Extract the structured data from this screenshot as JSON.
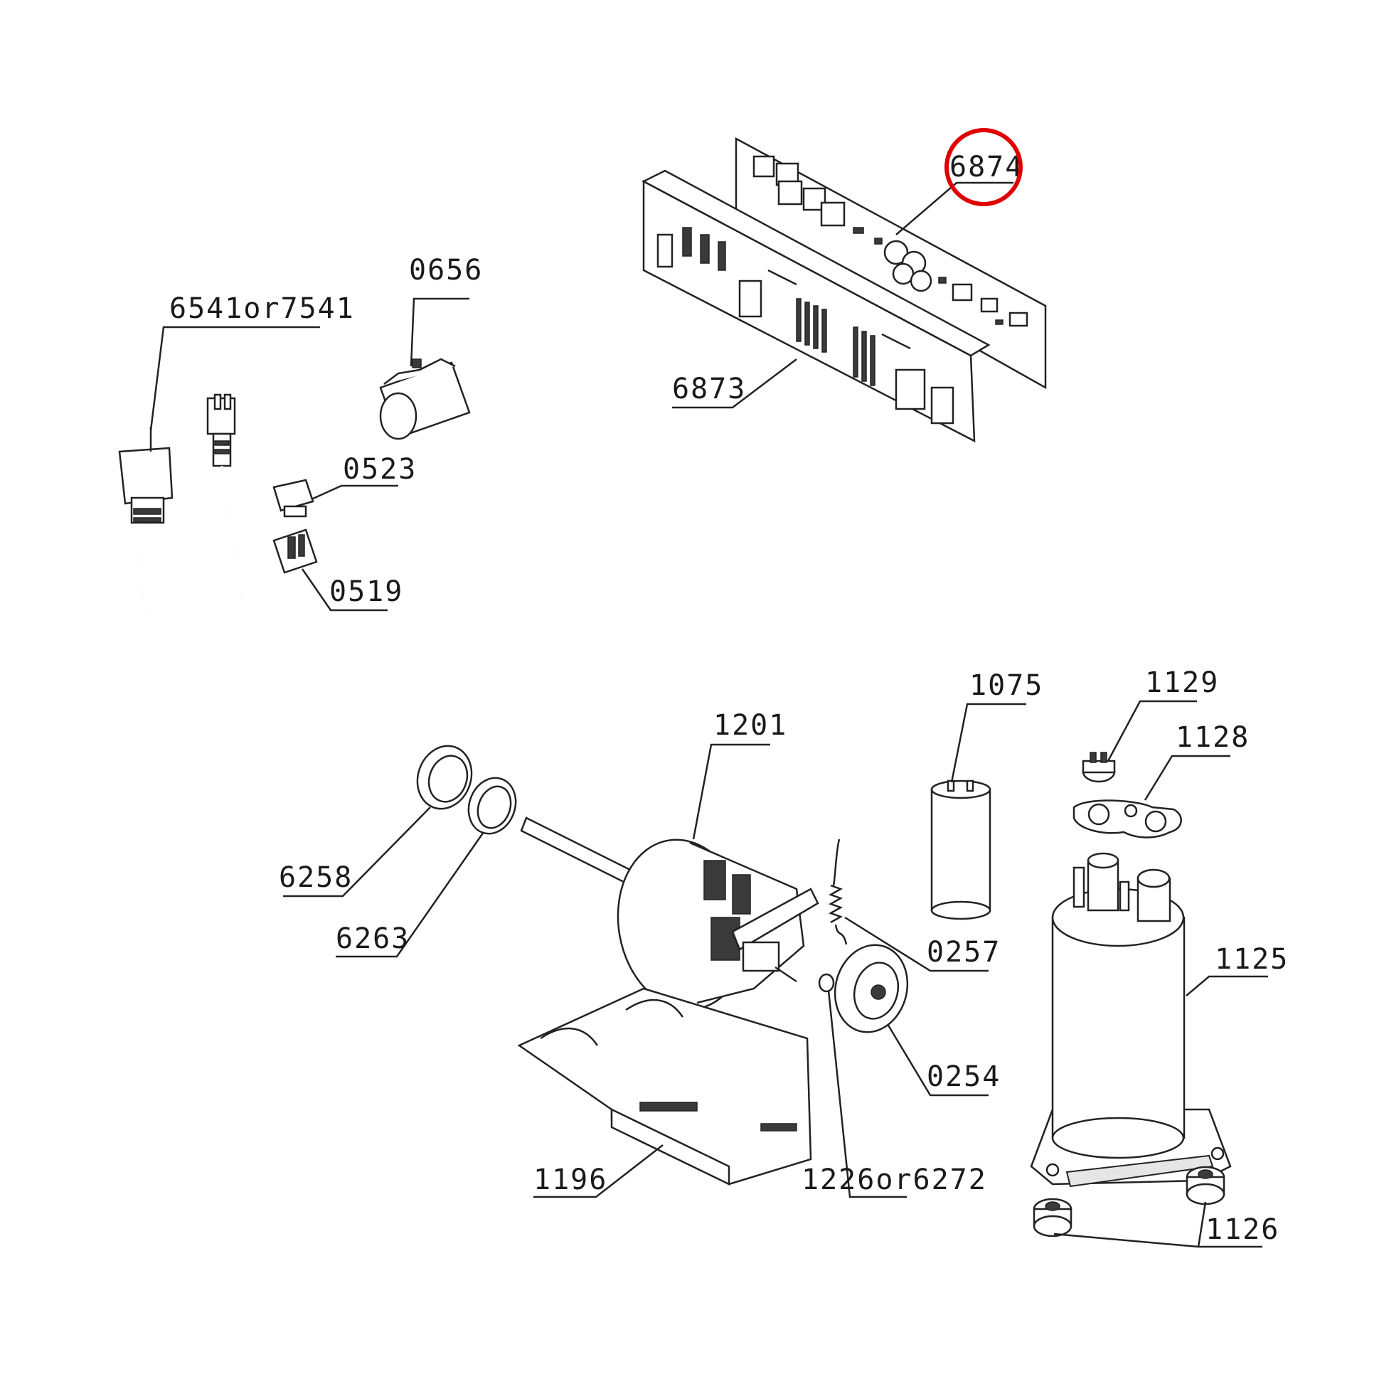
{
  "labels": {
    "p6874": "6874",
    "p6873": "6873",
    "p0656": "0656",
    "p6541": "6541or7541",
    "p0523": "0523",
    "p0519": "0519",
    "p1075": "1075",
    "p1129": "1129",
    "p1128": "1128",
    "p1201": "1201",
    "p6258": "6258",
    "p6263": "6263",
    "p0257": "0257",
    "p1125": "1125",
    "p0254": "0254",
    "p1196": "1196",
    "p1226": "1226or6272",
    "p1126": "1126"
  },
  "highlight": {
    "target": "6874",
    "color": "#e00000"
  }
}
